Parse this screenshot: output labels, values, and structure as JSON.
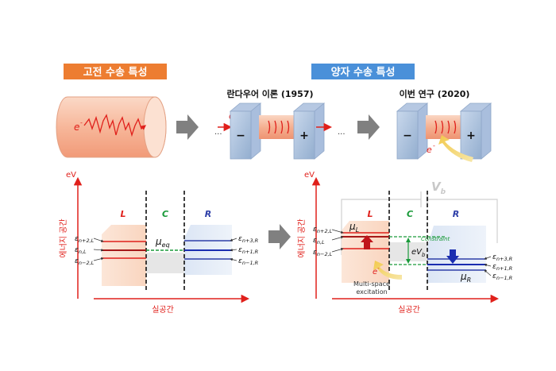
{
  "header": {
    "classical": "고전 수송 특성",
    "quantum": "양자 수송 특성"
  },
  "top_panel": {
    "landauer": "란다우어 이론 (1957)",
    "this_work": "이번 연구 (2020)",
    "electron": "e",
    "ellipsis": "···",
    "minus": "−",
    "plus": "+"
  },
  "left_diagram": {
    "y_axis": "eV",
    "y_label": "에너지 공간",
    "x_label": "실공간",
    "region_L": "L",
    "region_C": "C",
    "region_R": "R",
    "mu": "μ",
    "mu_sub": "eq",
    "levels_left": [
      {
        "eps": "ε",
        "sub": "n+2,L"
      },
      {
        "eps": "ε",
        "sub": "n,L"
      },
      {
        "eps": "ε",
        "sub": "n−2,L"
      }
    ],
    "levels_right": [
      {
        "eps": "ε",
        "sub": "n+3,R"
      },
      {
        "eps": "ε",
        "sub": "n+1,R"
      },
      {
        "eps": "ε",
        "sub": "n−1,R"
      }
    ]
  },
  "right_diagram": {
    "y_axis": "eV",
    "y_label": "에너지 공간",
    "x_label": "실공간",
    "region_L": "L",
    "region_C": "C",
    "region_R": "R",
    "vb": "V",
    "vb_sub": "b",
    "mu_L": "μ",
    "mu_L_sub": "L",
    "mu_R": "μ",
    "mu_R_sub": "R",
    "constraint": "Constraint",
    "ev": "eV",
    "ev_sub": "b",
    "multi_line1": "Multi-space",
    "multi_line2": "excitation",
    "electron": "e",
    "levels_left": [
      {
        "eps": "ε",
        "sub": "n+2,L"
      },
      {
        "eps": "ε",
        "sub": "n,L"
      },
      {
        "eps": "ε",
        "sub": "n−2,L"
      }
    ],
    "levels_right": [
      {
        "eps": "ε",
        "sub": "n+3,R"
      },
      {
        "eps": "ε",
        "sub": "n+1,R"
      },
      {
        "eps": "ε",
        "sub": "n−1,R"
      }
    ]
  },
  "colors": {
    "classical_banner": "#ED7D31",
    "quantum_banner": "#4A90D9",
    "red": "#E0201B",
    "blue": "#2E3FA8",
    "green": "#1A9A3A",
    "dark_red": "#A51818",
    "dark_blue": "#1A2DB0"
  }
}
